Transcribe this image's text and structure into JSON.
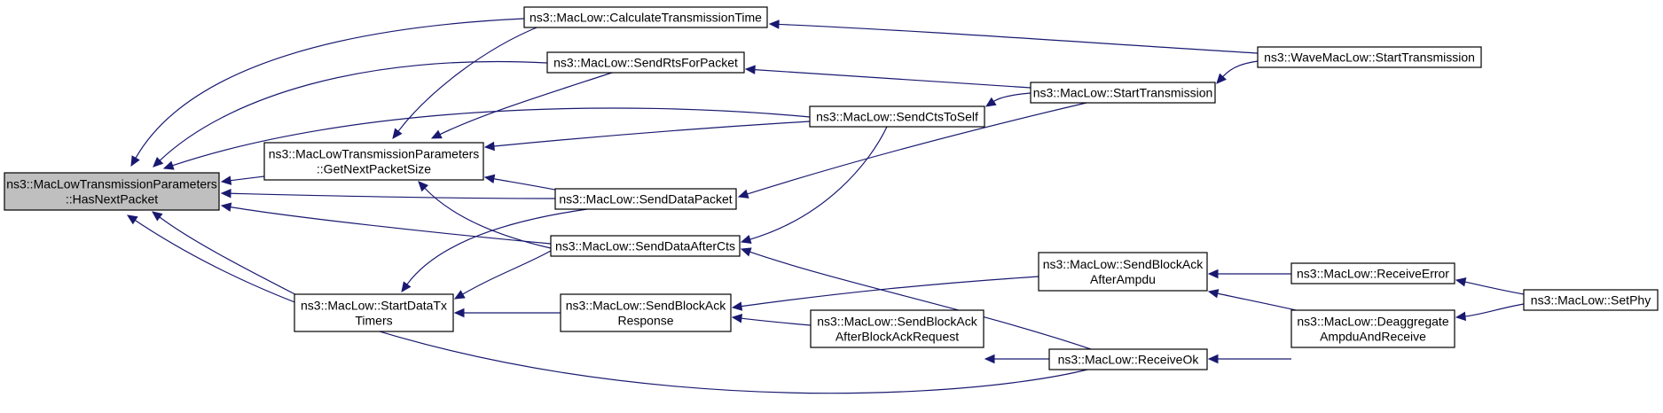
{
  "colors": {
    "node_fill": "#ffffff",
    "highlight_fill": "#bfbfbf",
    "border": "#000000",
    "edge": "#191970"
  },
  "nodes": [
    {
      "id": "hasnext",
      "lines": [
        "ns3::MacLowTransmissionParameters",
        "::HasNextPacket"
      ],
      "highlight": true
    },
    {
      "id": "calc",
      "lines": [
        "ns3::MacLow::CalculateTransmissionTime"
      ]
    },
    {
      "id": "rts",
      "lines": [
        "ns3::MacLow::SendRtsForPacket"
      ]
    },
    {
      "id": "getnext",
      "lines": [
        "ns3::MacLowTransmissionParameters",
        "::GetNextPacketSize"
      ]
    },
    {
      "id": "cts",
      "lines": [
        "ns3::MacLow::SendCtsToSelf"
      ]
    },
    {
      "id": "datapkt",
      "lines": [
        "ns3::MacLow::SendDataPacket"
      ]
    },
    {
      "id": "dataafter",
      "lines": [
        "ns3::MacLow::SendDataAfterCts"
      ]
    },
    {
      "id": "timers",
      "lines": [
        "ns3::MacLow::StartDataTx",
        "Timers"
      ]
    },
    {
      "id": "baresp",
      "lines": [
        "ns3::MacLow::SendBlockAck",
        "Response"
      ]
    },
    {
      "id": "starttx",
      "lines": [
        "ns3::MacLow::StartTransmission"
      ]
    },
    {
      "id": "wave",
      "lines": [
        "ns3::WaveMacLow::StartTransmission"
      ]
    },
    {
      "id": "baampdu",
      "lines": [
        "ns3::MacLow::SendBlockAck",
        "AfterAmpdu"
      ]
    },
    {
      "id": "babar",
      "lines": [
        "ns3::MacLow::SendBlockAck",
        "AfterBlockAckRequest"
      ]
    },
    {
      "id": "recvok",
      "lines": [
        "ns3::MacLow::ReceiveOk"
      ]
    },
    {
      "id": "recverr",
      "lines": [
        "ns3::MacLow::ReceiveError"
      ]
    },
    {
      "id": "deagg",
      "lines": [
        "ns3::MacLow::Deaggregate",
        "AmpduAndReceive"
      ]
    },
    {
      "id": "setphy",
      "lines": [
        "ns3::MacLow::SetPhy"
      ]
    }
  ],
  "edges": [
    {
      "from": "calc",
      "to": "hasnext"
    },
    {
      "from": "rts",
      "to": "hasnext"
    },
    {
      "from": "cts",
      "to": "hasnext"
    },
    {
      "from": "getnext",
      "to": "hasnext"
    },
    {
      "from": "datapkt",
      "to": "hasnext"
    },
    {
      "from": "dataafter",
      "to": "hasnext"
    },
    {
      "from": "timers",
      "to": "hasnext"
    },
    {
      "from": "recvok",
      "to": "hasnext"
    },
    {
      "from": "calc",
      "to": "getnext"
    },
    {
      "from": "rts",
      "to": "getnext"
    },
    {
      "from": "cts",
      "to": "getnext"
    },
    {
      "from": "datapkt",
      "to": "getnext"
    },
    {
      "from": "dataafter",
      "to": "getnext"
    },
    {
      "from": "wave",
      "to": "calc"
    },
    {
      "from": "starttx",
      "to": "rts"
    },
    {
      "from": "starttx",
      "to": "cts"
    },
    {
      "from": "wave",
      "to": "starttx"
    },
    {
      "from": "starttx",
      "to": "datapkt"
    },
    {
      "from": "cts",
      "to": "dataafter"
    },
    {
      "from": "recvok",
      "to": "dataafter"
    },
    {
      "from": "datapkt",
      "to": "timers"
    },
    {
      "from": "dataafter",
      "to": "timers"
    },
    {
      "from": "baresp",
      "to": "timers"
    },
    {
      "from": "baampdu",
      "to": "baresp"
    },
    {
      "from": "babar",
      "to": "baresp"
    },
    {
      "from": "recvok",
      "to": "babar"
    },
    {
      "from": "recverr",
      "to": "baampdu"
    },
    {
      "from": "deagg",
      "to": "baampdu"
    },
    {
      "from": "deagg",
      "to": "recvok"
    },
    {
      "from": "setphy",
      "to": "recverr"
    },
    {
      "from": "setphy",
      "to": "deagg"
    }
  ]
}
